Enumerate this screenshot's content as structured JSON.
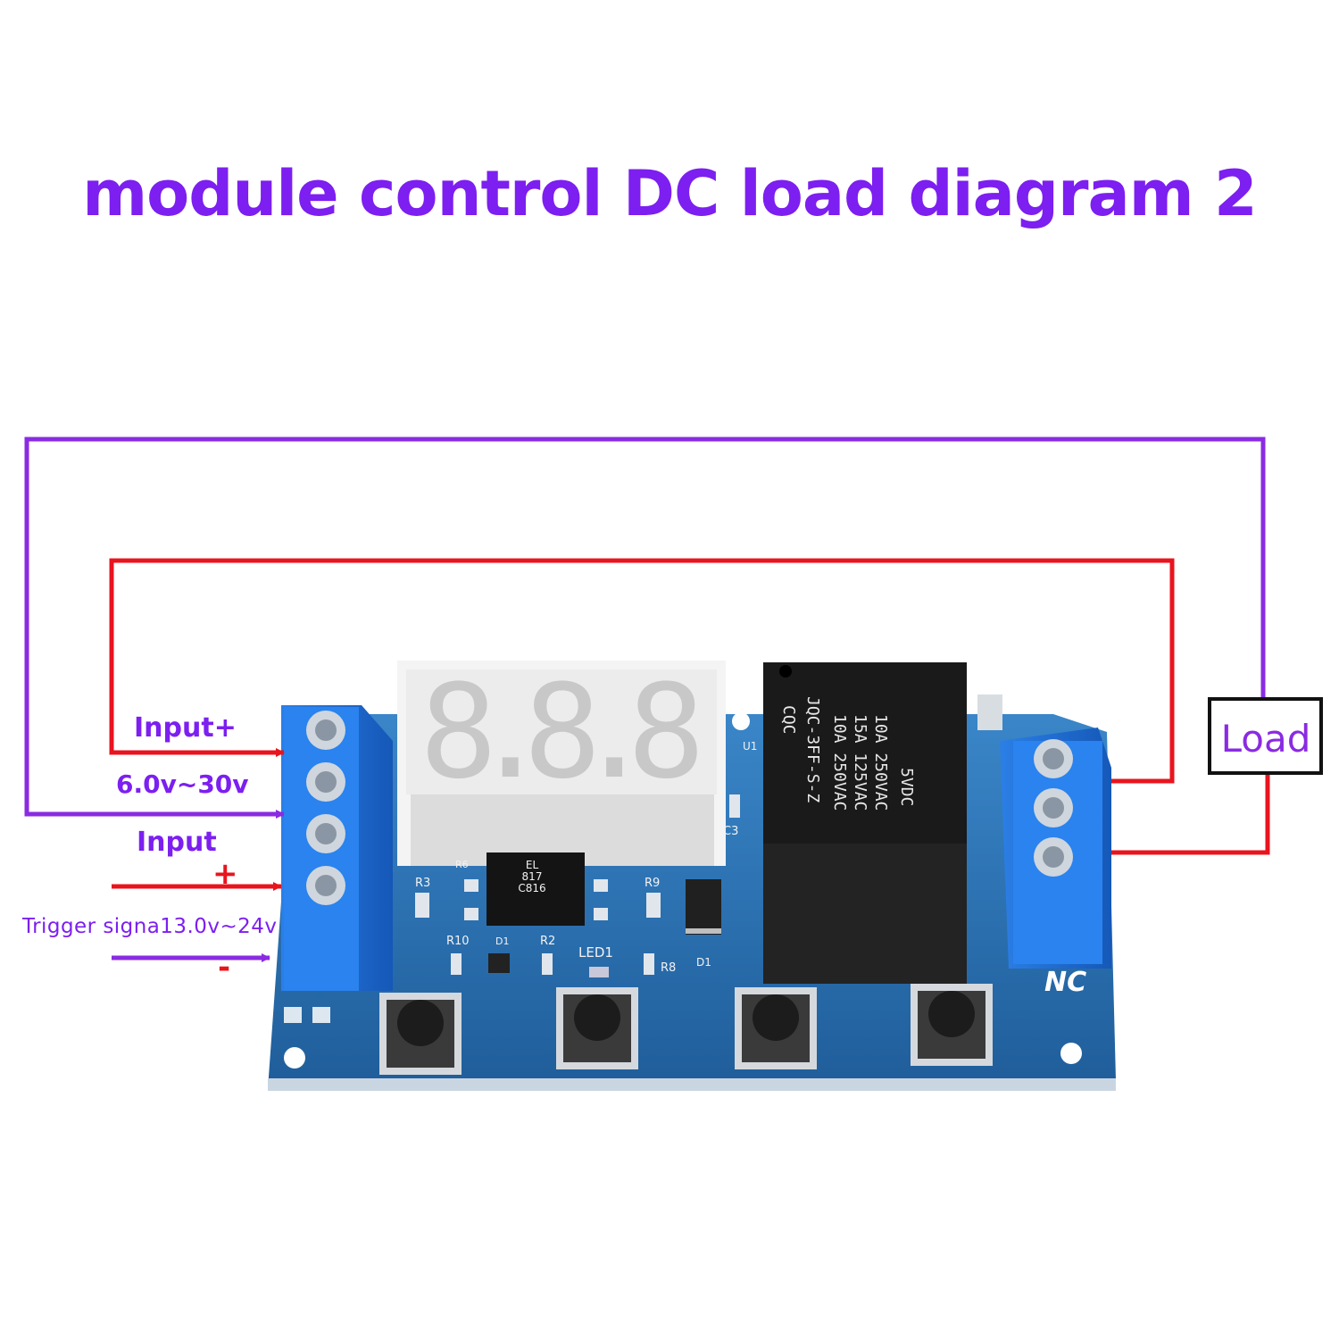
{
  "title": "module control DC load diagram 2",
  "labels": {
    "input_plus": "Input+",
    "voltage_range": "6.0v~30v",
    "input": "Input",
    "plus_sign": "+",
    "trigger": "Trigger signa13.0v~24v",
    "minus_sign": "-",
    "load": "Load",
    "nc": "NC"
  },
  "board": {
    "display_digits": "8.8.8",
    "optocoupler": [
      "EL",
      "817",
      "C816"
    ],
    "relay_lines": [
      "JQC-3FF-S-Z",
      "10A 250VAC",
      "15A 125VAC",
      "10A 250VAC",
      "5VDC"
    ],
    "relay_cert": "CQC",
    "silkscreen": {
      "r3": "R3",
      "r9": "R9",
      "r10": "R10",
      "d1_left": "D1",
      "r2": "R2",
      "led1": "LED1",
      "r8": "R8",
      "d1_right": "D1",
      "c3": "C3",
      "u1": "U1",
      "r6": "R6"
    }
  },
  "colors": {
    "title": "#7c1ff0",
    "purple_wire": "#8a2be2",
    "red_wire": "#e8141e",
    "pcb": "#2a6fb0",
    "terminal": "#1f6fd6",
    "relay": "#1a1a1a",
    "display": "#f0f0f0"
  }
}
